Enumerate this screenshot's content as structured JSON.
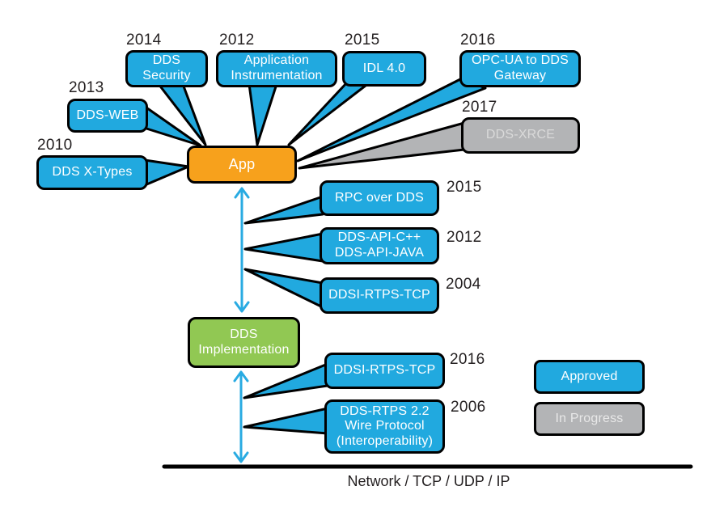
{
  "diagram": {
    "nodes": {
      "dds_security": {
        "year": "2014",
        "lines": [
          "DDS",
          "Security"
        ],
        "status": "approved"
      },
      "application_instrumentation": {
        "year": "2012",
        "lines": [
          "Application",
          "Instrumentation"
        ],
        "status": "approved"
      },
      "idl_4_0": {
        "year": "2015",
        "lines": [
          "IDL 4.0"
        ],
        "status": "approved"
      },
      "opc_ua_to_dds_gateway": {
        "year": "2016",
        "lines": [
          "OPC-UA to DDS",
          "Gateway"
        ],
        "status": "approved"
      },
      "dds_web": {
        "year": "2013",
        "lines": [
          "DDS-WEB"
        ],
        "status": "approved"
      },
      "dds_x_types": {
        "year": "2010",
        "lines": [
          "DDS X-Types"
        ],
        "status": "approved"
      },
      "dds_xrce": {
        "year": "2017",
        "lines": [
          "DDS-XRCE"
        ],
        "status": "in_progress"
      },
      "rpc_over_dds": {
        "year": "2015",
        "lines": [
          "RPC over DDS"
        ],
        "status": "approved"
      },
      "dds_api": {
        "year": "2012",
        "lines": [
          "DDS-API-C++",
          "DDS-API-JAVA"
        ],
        "status": "approved"
      },
      "ddsi_rtps_tcp_2004": {
        "year": "2004",
        "lines": [
          "DDSI-RTPS-TCP"
        ],
        "status": "approved"
      },
      "ddsi_rtps_tcp_2016": {
        "year": "2016",
        "lines": [
          "DDSI-RTPS-TCP"
        ],
        "status": "approved"
      },
      "dds_rtps_wire": {
        "year": "2006",
        "lines": [
          "DDS-RTPS 2.2",
          "Wire Protocol",
          "(Interoperability)"
        ],
        "status": "approved"
      },
      "app": {
        "lines": [
          "App"
        ]
      },
      "dds_implementation": {
        "lines": [
          "DDS",
          "Implementation"
        ]
      }
    },
    "legend": [
      {
        "label": "Approved",
        "status": "approved"
      },
      {
        "label": "In Progress",
        "status": "in_progress"
      }
    ],
    "baseline_label": "Network / TCP / UDP / IP",
    "colors": {
      "approved_blue": "#21A9DF",
      "in_progress_gray": "#B3B4B6",
      "app_orange": "#F7A11C",
      "implementation_green": "#91C853",
      "outline_black": "#000000",
      "year_text": "#231F20",
      "arrow_cyan": "#29ABE2"
    }
  }
}
